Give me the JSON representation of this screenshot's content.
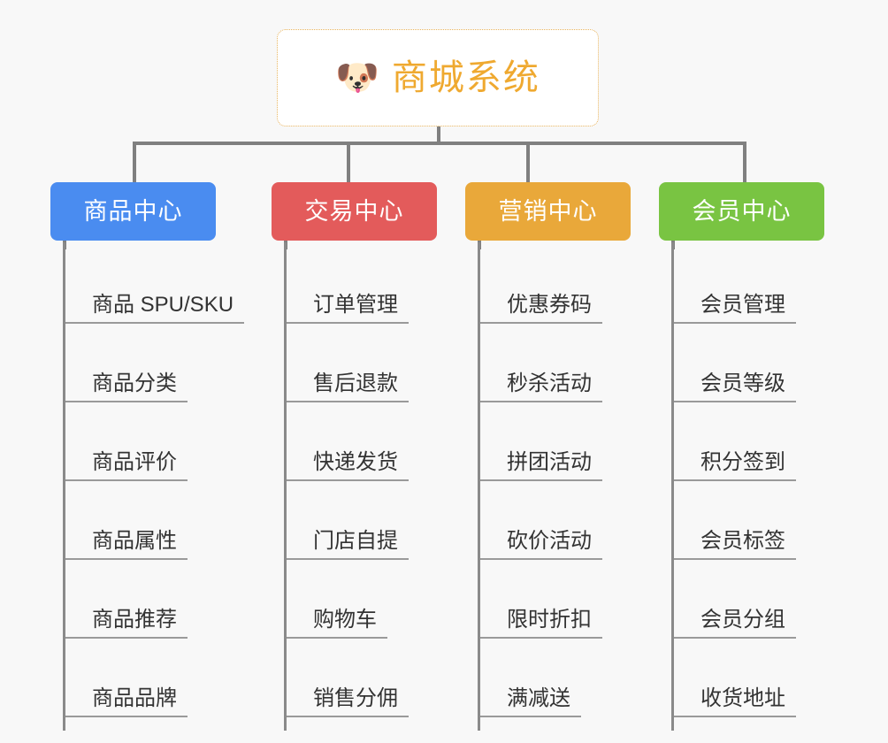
{
  "canvas": {
    "background_color": "#f8f8f8",
    "line_color": "#808080"
  },
  "root": {
    "icon": "dog-face-emoji",
    "emoji": "🐶",
    "title": "商城系统",
    "text_color": "#efa930",
    "border_color": "#e8b35c",
    "background_color": "#ffffff"
  },
  "branches": [
    {
      "label": "商品中心",
      "color": "#4a8cf0",
      "items": [
        "商品 SPU/SKU",
        "商品分类",
        "商品评价",
        "商品属性",
        "商品推荐",
        "商品品牌"
      ]
    },
    {
      "label": "交易中心",
      "color": "#e35b5b",
      "items": [
        "订单管理",
        "售后退款",
        "快递发货",
        "门店自提",
        "购物车",
        "销售分佣"
      ]
    },
    {
      "label": "营销中心",
      "color": "#e9a83a",
      "items": [
        "优惠券码",
        "秒杀活动",
        "拼团活动",
        "砍价活动",
        "限时折扣",
        "满减送"
      ]
    },
    {
      "label": "会员中心",
      "color": "#79c442",
      "items": [
        "会员管理",
        "会员等级",
        "积分签到",
        "会员标签",
        "会员分组",
        "收货地址"
      ]
    }
  ]
}
